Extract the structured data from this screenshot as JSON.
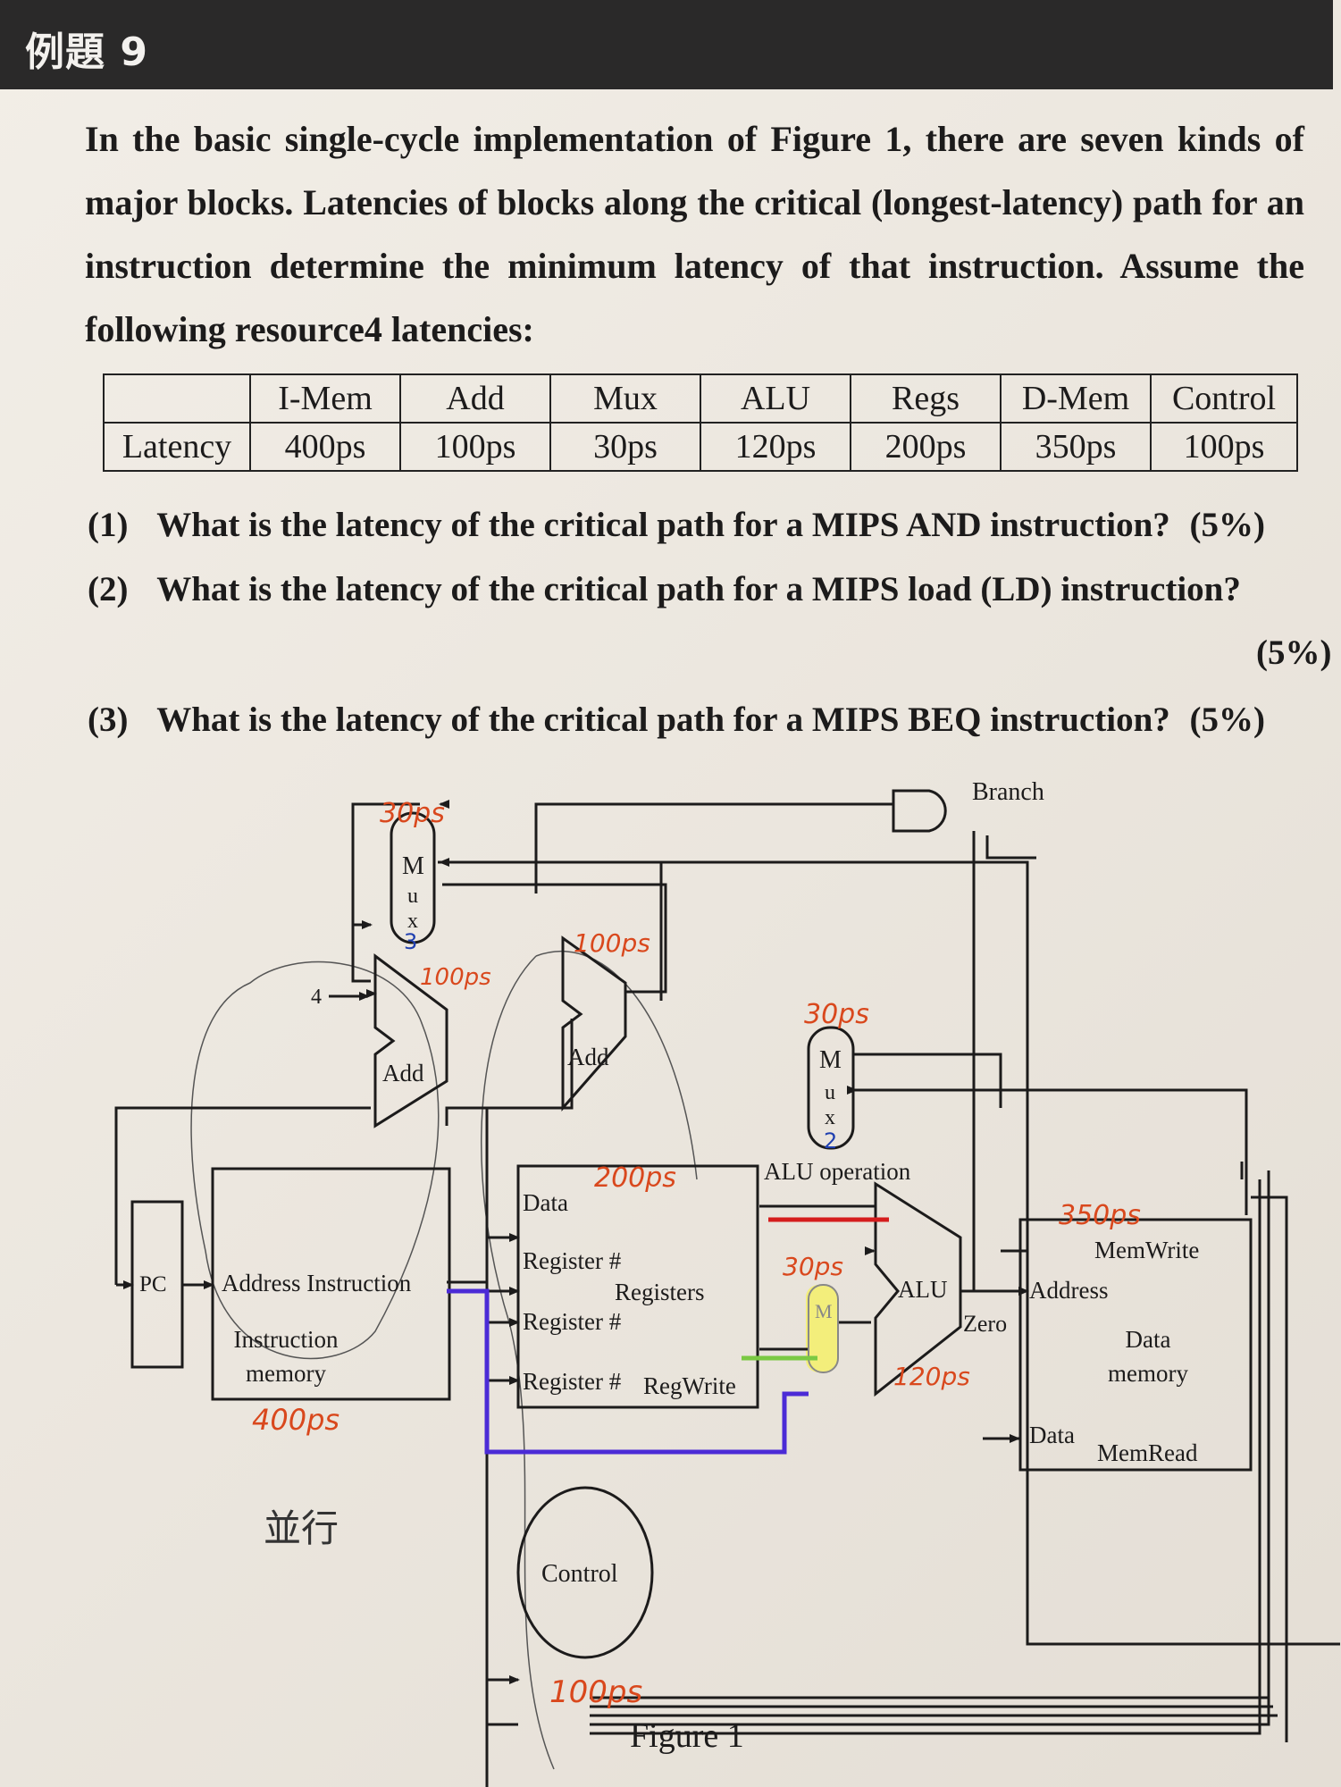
{
  "header": {
    "title": "例題 9"
  },
  "intro": "In the basic single-cycle implementation of Figure 1, there are seven kinds of major blocks. Latencies of blocks along the critical (longest-latency) path for an instruction determine the minimum latency of that instruction. Assume the following resource4 latencies:",
  "latency_table": {
    "headers": [
      "",
      "I-Mem",
      "Add",
      "Mux",
      "ALU",
      "Regs",
      "D-Mem",
      "Control"
    ],
    "row_label": "Latency",
    "values": [
      "400ps",
      "100ps",
      "30ps",
      "120ps",
      "200ps",
      "350ps",
      "100ps"
    ]
  },
  "questions": [
    {
      "num": "(1)",
      "text": "What is the latency of the critical path for a MIPS AND instruction?",
      "points": "(5%)"
    },
    {
      "num": "(2)",
      "text": "What is the latency of the critical path for a MIPS load (LD) instruction?",
      "points": "(5%)"
    },
    {
      "num": "(3)",
      "text": "What is the latency of the critical path for a MIPS BEQ instruction?",
      "points": "(5%)"
    }
  ],
  "figure": {
    "caption": "Figure 1",
    "labels": {
      "branch": "Branch",
      "mux_m": "M",
      "mux_u": "u",
      "mux_x": "x",
      "four": "4",
      "add": "Add",
      "pc": "PC",
      "address_instruction": "Address Instruction",
      "instruction_memory": "Instruction memory",
      "data": "Data",
      "register": "Register #",
      "registers": "Registers",
      "regwrite": "RegWrite",
      "alu_operation": "ALU operation",
      "alu": "ALU",
      "zero": "Zero",
      "memwrite": "MemWrite",
      "address": "Address",
      "data_memory": "Data memory",
      "memread": "MemRead",
      "control": "Control"
    },
    "annotations": {
      "mux3_time": "30ps",
      "mux3_num": "3",
      "add1_time": "100ps",
      "add2_time": "100ps",
      "imem_time": "400ps",
      "regs_time": "200ps",
      "mux2_time": "30ps",
      "mux2_num": "2",
      "mux1_time": "30ps",
      "alu_time": "120ps",
      "dmem_time": "350ps",
      "control_time": "100ps",
      "note_cn": "並行"
    },
    "colors": {
      "orange": "#d9481d",
      "blue": "#1f3fb0",
      "purple": "#4b2bd6",
      "red": "#d51d1d",
      "green": "#7ac943",
      "highlight": "#f4f06a"
    }
  }
}
